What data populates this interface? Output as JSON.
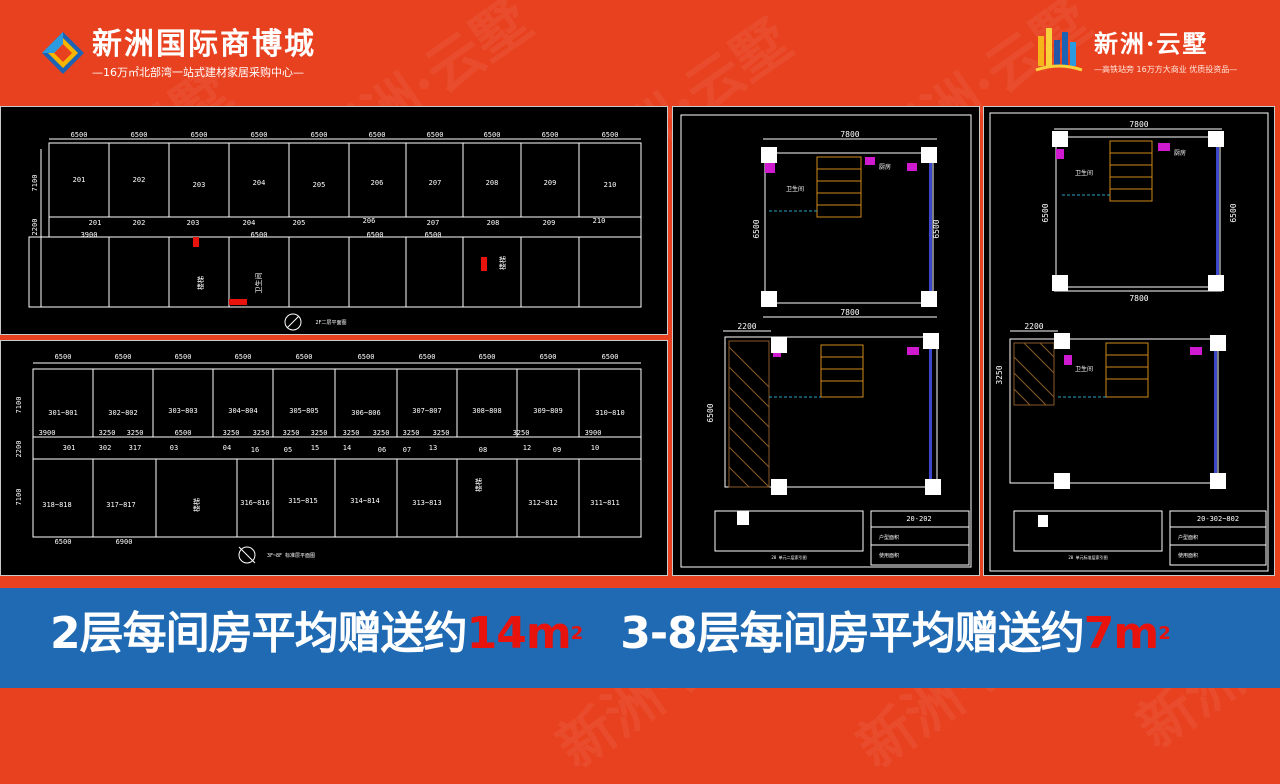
{
  "header": {
    "brand_title": "新洲国际商博城",
    "brand_subtitle": "—16万㎡北部湾一站式建材家居采购中心—",
    "right_title": "新洲·云墅",
    "right_subtitle": "—高铁站旁 16万方大商业 优质投资品—"
  },
  "watermark": "新洲·云墅",
  "plan_2f": {
    "dims_top": [
      "6500",
      "6500",
      "6500",
      "6500",
      "6500",
      "6500",
      "6500",
      "6500",
      "6500",
      "6500"
    ],
    "rooms_top": [
      "201",
      "202",
      "203",
      "204",
      "205",
      "206",
      "207",
      "208",
      "209",
      "210"
    ],
    "rooms_mid": [
      "201",
      "202",
      "203",
      "204",
      "205",
      "206",
      "207",
      "208",
      "209",
      "210"
    ],
    "mid_dims": [
      "3900",
      "6500",
      "6500",
      "6500"
    ],
    "side_dims": [
      "7100",
      "2200"
    ],
    "stair_labels": [
      "楼梯",
      "楼梯"
    ],
    "wc_label": "卫生间",
    "caption": "2F二层平面图"
  },
  "plan_3f": {
    "dims_top": [
      "6500",
      "6500",
      "6500",
      "6500",
      "6500",
      "6500",
      "6500",
      "6500",
      "6500",
      "6500"
    ],
    "rooms_top": [
      "301~801",
      "302~802",
      "303~803",
      "304~804",
      "305~805",
      "306~806",
      "307~807",
      "308~808",
      "309~809",
      "310~810"
    ],
    "mid_dims": [
      "3900",
      "3250",
      "3250",
      "6500",
      "3250",
      "3250",
      "3250",
      "3250",
      "3250",
      "3250",
      "3250",
      "3250",
      "3250",
      "3900"
    ],
    "mid_rooms": [
      "301",
      "302",
      "317",
      "03",
      "04",
      "16",
      "05",
      "15",
      "14",
      "06",
      "07",
      "13",
      "08",
      "12",
      "09",
      "10"
    ],
    "rooms_bottom": [
      "318~818",
      "317~817",
      "316~816",
      "315~815",
      "314~814",
      "313~813",
      "312~812",
      "311~811"
    ],
    "bottom_dims": [
      "6500",
      "6900"
    ],
    "side_dims": [
      "7100",
      "2200",
      "7100"
    ],
    "stair_labels": [
      "楼梯",
      "楼梯"
    ],
    "caption": "3F~8F 标准层平面图"
  },
  "unit_2f": {
    "dims": [
      "7800",
      "6500",
      "6500",
      "7800"
    ],
    "loft_dims": [
      "2200",
      "6500"
    ],
    "wc_label": "卫生间",
    "kitchen_label": "厨房",
    "unit_code": "20-202",
    "table_rows": [
      "户型面积",
      "使用面积"
    ],
    "key_caption": "20 单元二层索引图"
  },
  "unit_3f": {
    "dims": [
      "7800",
      "6500",
      "6500",
      "7800"
    ],
    "loft_dims": [
      "2200",
      "3250"
    ],
    "wc_label": "卫生间",
    "kitchen_label": "厨房",
    "unit_code": "20-302~802",
    "table_rows": [
      "户型面积",
      "使用面积"
    ],
    "key_caption": "20 单元标准层索引图"
  },
  "banner": {
    "part1": "2层每间房平均赠送约",
    "num1": "14",
    "unit1": "m",
    "sup1": "2",
    "part2": "3-8层每间房平均赠送约",
    "num2": "7",
    "unit2": "m",
    "sup2": "2"
  }
}
